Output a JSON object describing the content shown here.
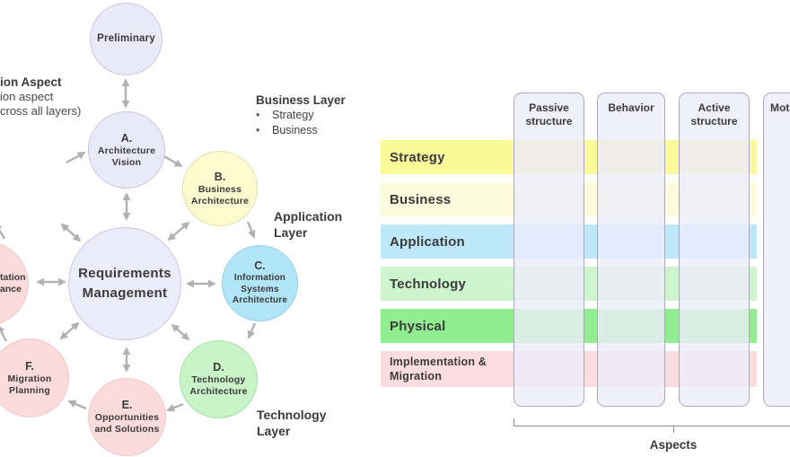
{
  "adm": {
    "note": {
      "title_fragment": "ion Aspect",
      "line2_fragment": "ion aspect",
      "line3_fragment": "cross all layers)"
    },
    "legends": {
      "business": {
        "title": "Business Layer",
        "bullet": "•",
        "items": [
          "Strategy",
          "Business"
        ]
      },
      "application": {
        "line1": "Application",
        "line2": "Layer"
      },
      "technology": {
        "line1": "Technology",
        "line2": "Layer"
      }
    },
    "phases": {
      "preliminary": {
        "lines": [
          "Preliminary"
        ],
        "fill": "#E9E9F8"
      },
      "a": {
        "lines": [
          "A.",
          "Architecture",
          "Vision"
        ],
        "fill": "#E9E9F8"
      },
      "b": {
        "lines": [
          "B.",
          "Business",
          "Architecture"
        ],
        "fill": "#FCFACE"
      },
      "c": {
        "lines": [
          "C.",
          "Information",
          "Systems",
          "Architecture"
        ],
        "fill": "#B2E4F8"
      },
      "d": {
        "lines": [
          "D.",
          "Technology",
          "Architecture"
        ],
        "fill": "#C8F4C7"
      },
      "e": {
        "lines": [
          "E.",
          "Opportunities",
          "and Solutions"
        ],
        "fill": "#FBDBDB"
      },
      "f": {
        "lines": [
          "F.",
          "Migration",
          "Planning"
        ],
        "fill": "#FBDBDB"
      },
      "g_clipped": {
        "lines": [
          "tation",
          "ance"
        ],
        "fill": "#FBDBDB"
      },
      "requirements": {
        "lines": [
          "Requirements",
          "Management"
        ],
        "fill": "#EBEBF9"
      }
    },
    "arrow_color": "#B2B2B2"
  },
  "matrix": {
    "columns": [
      {
        "label": "Passive structure"
      },
      {
        "label": "Behavior"
      },
      {
        "label": "Active structure"
      },
      {
        "label": "Mot"
      }
    ],
    "overlay_color": "rgba(236,236,250,0.8)",
    "rows": [
      {
        "label": "Strategy",
        "color": "#FAFA9A"
      },
      {
        "label": "Business",
        "color": "#FDFBDC"
      },
      {
        "label": "Application",
        "color": "#BEE8F9"
      },
      {
        "label": "Technology",
        "color": "#CDF5CD"
      },
      {
        "label": "Physical",
        "color": "#90EE90"
      },
      {
        "label": "Implementation & Migration",
        "color": "#FBDDDF"
      }
    ],
    "bracket_label": "Aspects"
  }
}
